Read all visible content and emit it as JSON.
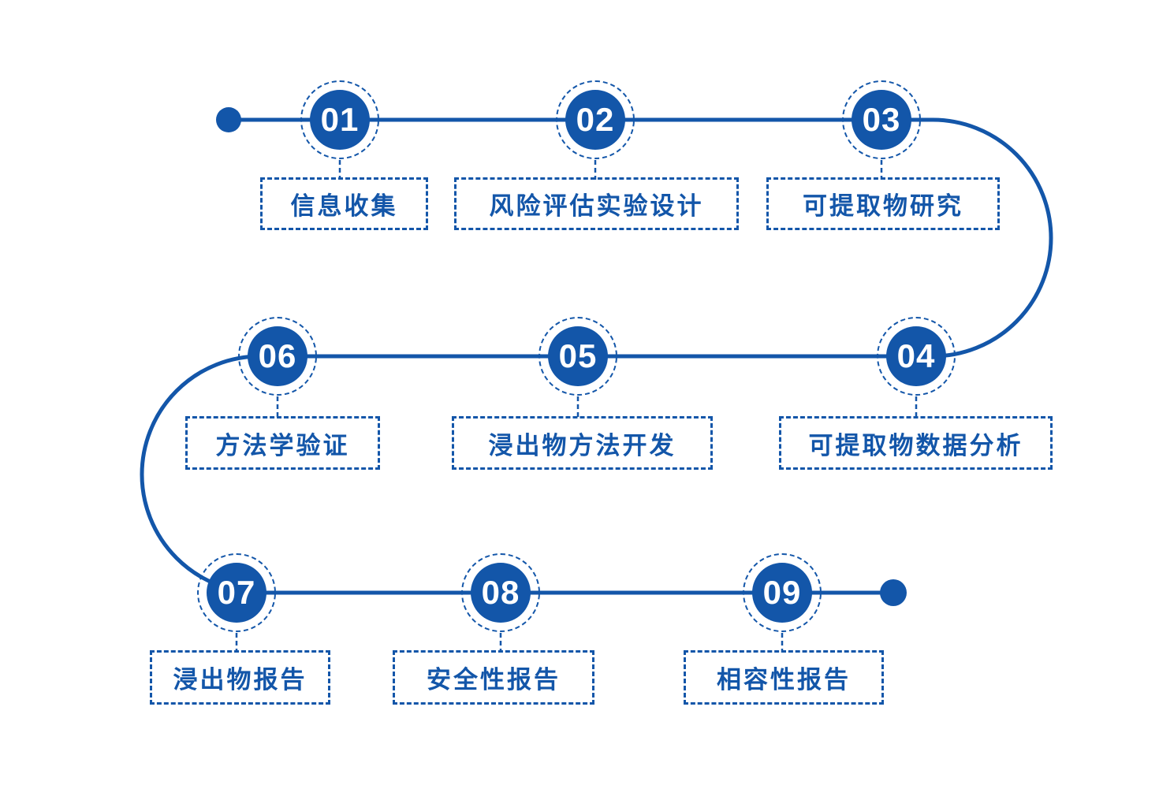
{
  "colors": {
    "primary": "#1356a9",
    "number_text": "#ffffff",
    "background": "#ffffff"
  },
  "diagram": {
    "type": "process-flow",
    "direction": "serpentine",
    "steps": [
      {
        "number": "01",
        "label": "信息收集"
      },
      {
        "number": "02",
        "label": "风险评估实验设计"
      },
      {
        "number": "03",
        "label": "可提取物研究"
      },
      {
        "number": "04",
        "label": "可提取物数据分析"
      },
      {
        "number": "05",
        "label": "浸出物方法开发"
      },
      {
        "number": "06",
        "label": "方法学验证"
      },
      {
        "number": "07",
        "label": "浸出物报告"
      },
      {
        "number": "08",
        "label": "安全性报告"
      },
      {
        "number": "09",
        "label": "相容性报告"
      }
    ],
    "rows": [
      {
        "order": [
          "01",
          "02",
          "03"
        ]
      },
      {
        "order": [
          "06",
          "05",
          "04"
        ]
      },
      {
        "order": [
          "07",
          "08",
          "09"
        ]
      }
    ]
  }
}
